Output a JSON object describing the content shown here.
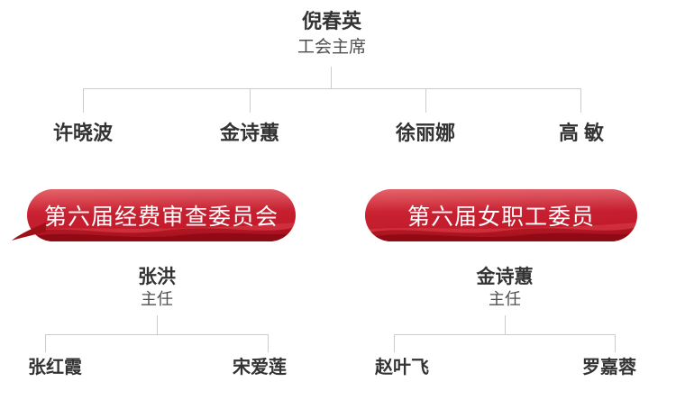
{
  "colors": {
    "background": "#ffffff",
    "connector_line": "#cccccc",
    "name_text": "#333333",
    "subtitle_text": "#4f4f4f",
    "banner_red": "#c72031",
    "banner_red_dark": "#8c0a14",
    "banner_text": "#ffffff"
  },
  "org_chart": {
    "root": {
      "name": "倪春英",
      "title": "工会主席"
    },
    "root_members": [
      {
        "name": "许晓波"
      },
      {
        "name": "金诗蕙"
      },
      {
        "name": "徐丽娜"
      },
      {
        "name": "高 敏"
      }
    ],
    "sections": [
      {
        "banner": "第六届经费审查委员会",
        "leader": {
          "name": "张洪",
          "title": "主任"
        },
        "members": [
          {
            "name": "张红霞"
          },
          {
            "name": "宋爱莲"
          }
        ]
      },
      {
        "banner": "第六届女职工委员",
        "leader": {
          "name": "金诗蕙",
          "title": "主任"
        },
        "members": [
          {
            "name": "赵叶飞"
          },
          {
            "name": "罗嘉蓉"
          }
        ]
      }
    ]
  }
}
